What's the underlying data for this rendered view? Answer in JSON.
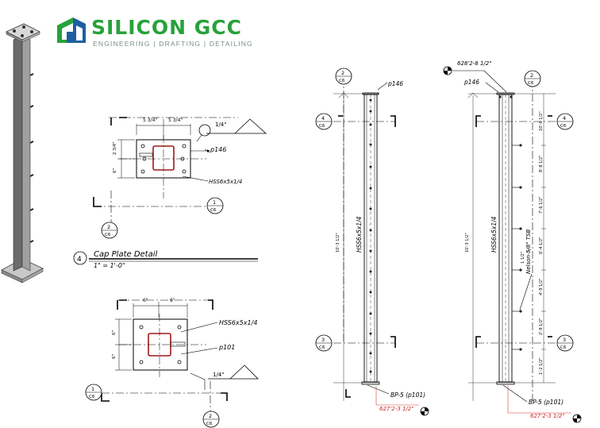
{
  "logo": {
    "name": "SILICON GCC",
    "tagline": "ENGINEERING   |   DRAFTING   |   DETAILING",
    "colors": {
      "primary": "#27a23a",
      "secondary": "#1f5fa0",
      "tagline": "#7c8f84"
    }
  },
  "cap_plate": {
    "dim_left": "5 3/4\"",
    "dim_right": "5 3/4\"",
    "dim_side_top": "2 3/4\"",
    "dim_side_bottom": "6\"",
    "weld_symbol": "1/4\"",
    "part_label": "p146",
    "member_label": "HSS6x5x1/4",
    "title_number": "4",
    "title": "Cap Plate Detail",
    "scale": "1\" = 1'-0\""
  },
  "base_plate": {
    "dim_left": "6\"",
    "dim_right": "6\"",
    "dim_side_top": "6\"",
    "dim_side_bottom": "6\"",
    "member_label": "HSS6x5x1/4",
    "part_label": "p101",
    "weld_symbol": "1/4\""
  },
  "grid_bubbles": {
    "b1": {
      "num": "1",
      "sheet": "C6"
    },
    "b2": {
      "num": "2",
      "sheet": "C6"
    },
    "b3": {
      "num": "3",
      "sheet": "C6"
    },
    "b4": {
      "num": "4",
      "sheet": "C6"
    }
  },
  "elevation_left": {
    "top_part": "p146",
    "member": "HSS6x5x1/4",
    "overall_height": "10'-3 1/2\"",
    "base_part": "BP-5 (p101)",
    "base_elev": "627'2-3 1/2\""
  },
  "elevation_right": {
    "top_elev": "628'2-8 1/2\"",
    "top_part": "p146",
    "member": "HSS6x5x1/4",
    "overall_height": "10'-3 1/2\"",
    "stud_label": "Nelson 5/8\" TSB",
    "stud_dim": "1 1/2\"",
    "spacings": [
      "10'-0 1/2\"",
      "8'-8 1/2\"",
      "7'-6 1/2\"",
      "6'-4 1/2\"",
      "4'-9 1/2\"",
      "2'-9 1/2\"",
      "1'-2 1/2\""
    ],
    "base_part": "BP-5 (p101)",
    "base_elev": "627'2-3 1/2\""
  }
}
